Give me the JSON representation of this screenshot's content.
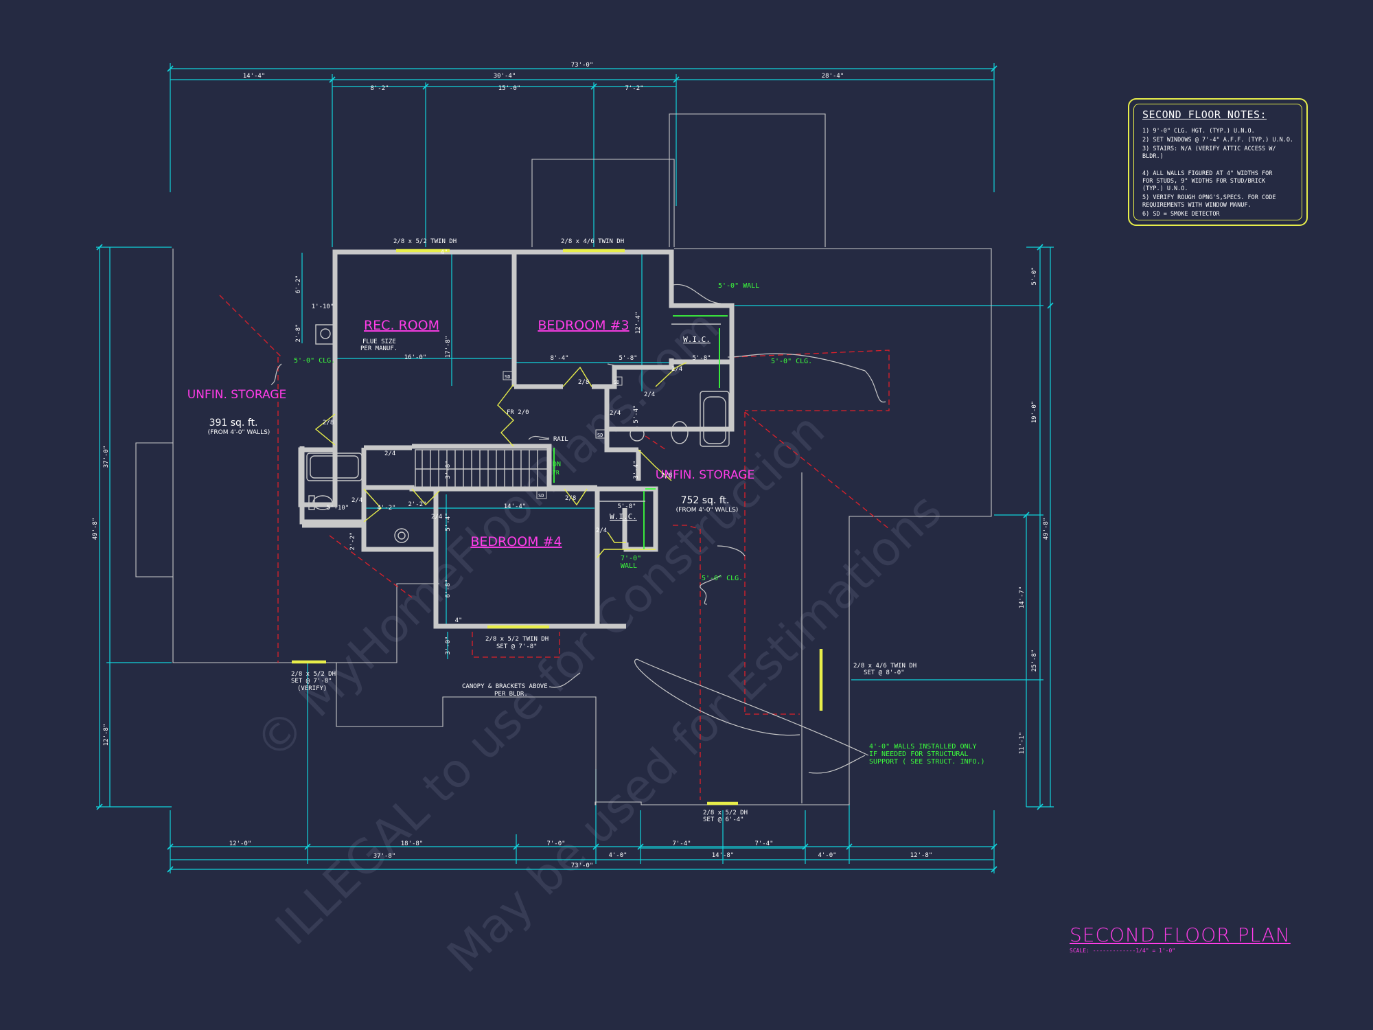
{
  "colors": {
    "background": "#252a42",
    "dimension": "#12d4dc",
    "wall": "#c9c9c9",
    "room_label": "#ff3de8",
    "note": "#ffffff",
    "green_note": "#3cff3c",
    "window": "#e8ee4a",
    "ceiling_line": "#e0202a",
    "watermark": "#7a7f9a"
  },
  "rooms": {
    "rec_room": "REC. ROOM",
    "bedroom3": "BEDROOM #3",
    "bedroom4": "BEDROOM #4",
    "unfin_storage_left": "UNFIN. STORAGE",
    "left_area": "391 sq. ft.",
    "left_area_note": "(FROM 4'-0\" WALLS)",
    "unfin_storage_right": "UNFIN. STORAGE",
    "right_area": "752 sq. ft.",
    "right_area_note": "(FROM 4'-0\" WALLS)",
    "wic": "W.I.C."
  },
  "dims": {
    "top_overall": "73'-0\"",
    "top_a": "14'-4\"",
    "top_b": "30'-4\"",
    "top_c": "28'-4\"",
    "top_d": "8'-2\"",
    "top_e": "15'-0\"",
    "top_f": "7'-2\"",
    "bottom_overall": "73'-0\"",
    "bottom_a": "37'-8\"",
    "bottom_b": "12'-0\"",
    "bottom_c": "18'-8\"",
    "bottom_d": "7'-0\"",
    "bottom_e": "4'-0\"",
    "bottom_f": "7'-4\"",
    "bottom_g": "14'-8\"",
    "bottom_h": "7'-4\"",
    "bottom_i": "4'-0\"",
    "bottom_j": "12'-8\"",
    "left_overall": "49'-8\"",
    "left_a": "37'-0\"",
    "left_b": "12'-8\"",
    "right_overall": "49'-8\"",
    "right_a": "5'-0\"",
    "right_b": "19'-0\"",
    "right_c": "25'-8\"",
    "right_d": "14'-7\"",
    "right_e": "11'-1\"",
    "rec_w": "16'-0\"",
    "rec_h": "17'-8\"",
    "b3_w": "8'-4\"",
    "b3_w2": "5'-8\"",
    "b3_h": "12'-4\"",
    "wic_w": "5'-8\"",
    "flue_w": "1'-10\"",
    "flue_h": "2'-8\"",
    "rec_top": "6'-2\"",
    "bath_w": "5'-10\"",
    "bath_w2": "4'-2\"",
    "bath_h": "2'-2\"",
    "b4_w": "14'-4\"",
    "b4_h1": "5'-4\"",
    "b4_h2": "6'-8\"",
    "b4_top": "4\"",
    "stair_h": "3'-8\"",
    "wic2_w": "5'-8\"",
    "b3_clo_h": "5'-4\"",
    "b3_clo_h2": "3'-4\"",
    "b4_bot": "3'-0\"",
    "twin_dh_top": "4\"",
    "small_dim": "2'-2\""
  },
  "labels": {
    "win_top_left": "2/8 x 5/2 TWIN DH",
    "win_top_right": "2/8 x 4/6 TWIN DH",
    "wall_5ft": "5'-0\" WALL",
    "clg_left": "5'-0\" CLG.",
    "clg_right": "5'-0\" CLG.",
    "clg_bottom": "5'-0\" CLG.",
    "flue_1": "FLUE SIZE",
    "flue_2": "PER MANUF.",
    "fr": "FR 2/0",
    "rail": "RAIL",
    "dn": "DN",
    "dn_sub": "7R",
    "wall_7ft_1": "7'-0\"",
    "wall_7ft_2": "WALL",
    "win_b4_1": "2/8 x 5/2 TWIN DH",
    "win_b4_2": "SET @ 7'-8\"",
    "win_left_1": "2/8 x 5/2 DH",
    "win_left_2": "SET @ 7'-8\"",
    "win_left_3": "(VERIFY)",
    "canopy_1": "CANOPY & BRACKETS ABOVE",
    "canopy_2": "PER BLDR.",
    "win_right_1": "2/8 x 4/6 TWIN DH",
    "win_right_2": "SET @ 8'-0\"",
    "win_bottom_1": "2/8 x 5/2 DH",
    "win_bottom_2": "SET @ 6'-4\"",
    "struct_1": "4'-0\" WALLS INSTALLED ONLY",
    "struct_2": "IF NEEDED FOR STRUCTURAL",
    "struct_3": "SUPPORT ( SEE STRUCT. INFO.)",
    "sd": "SD",
    "d28": "2/8",
    "d24": "2/4"
  },
  "notes": {
    "title": "SECOND FLOOR NOTES:",
    "items": [
      "1) 9'-0\" CLG. HGT. (TYP.) U.N.O.",
      "2) SET WINDOWS @ 7'-4\" A.F.F. (TYP.) U.N.O.",
      "3) STAIRS: N/A (VERIFY ATTIC ACCESS W/ BLDR.)",
      "4) ALL WALLS FIGURED AT 4\" WIDTHS FOR\n   FOR STUDS, 9\" WIDTHS FOR STUD/BRICK\n   (TYP.) U.N.O.",
      "5) VERIFY ROUGH OPNG'S,SPECS. FOR CODE\n   REQUIREMENTS WITH WINDOW MANUF.",
      "6) SD = SMOKE DETECTOR"
    ]
  },
  "title": {
    "name": "SECOND FLOOR PLAN",
    "scale": "SCALE: -------------1/4\" = 1'-0\""
  },
  "watermarks": [
    "© MyHomeFloorPlans.com",
    "ILLEGAL to use for Construction",
    "May be used for Estimations"
  ]
}
